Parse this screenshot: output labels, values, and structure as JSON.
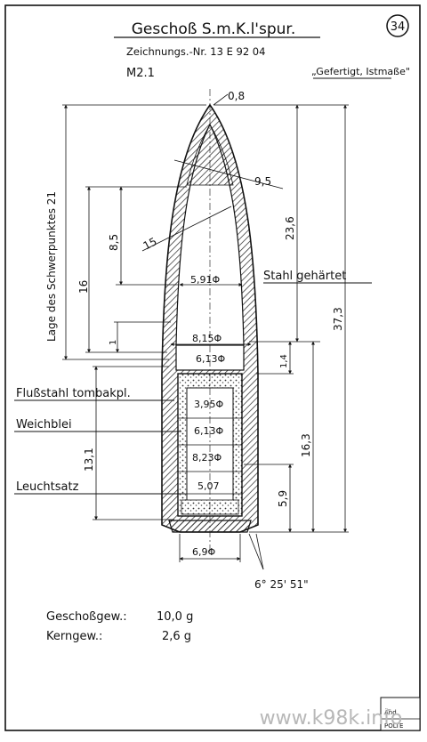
{
  "header": {
    "title": "Geschoß S.m.K.l'spur.",
    "sheet_number": "34",
    "drawing_no": "Zeichnungs.-Nr. 13 E 92 04",
    "model": "M2.1",
    "note": "„Gefertigt, Istmaße\""
  },
  "labels": {
    "center_of_gravity": "Lage des Schwerpunktes 21",
    "steel_hardened": "Stahl gehärtet",
    "jacket": "Flußstahl tombakpl.",
    "soft_lead": "Weichblei",
    "tracer": "Leuchtsatz"
  },
  "dimensions": {
    "tip": "0,8",
    "ogive_radius": "9,5",
    "inner_radius": "15",
    "d_591": "5,91Φ",
    "d_815": "8,15Φ",
    "d_613a": "6,13Φ",
    "d_395": "3,95Φ",
    "d_613b": "6,13Φ",
    "d_823": "8,23Φ",
    "d_507": "5,07",
    "d_69": "6,9Φ",
    "angle": "6° 25' 51\"",
    "len_85": "8,5",
    "len_16": "16",
    "len_1": "1",
    "len_131": "13,1",
    "len_236": "23,6",
    "len_373": "37,3",
    "len_14": "1,4",
    "len_163": "16,3",
    "len_59": "5,9"
  },
  "weights": {
    "projectile_label": "Geschoßgew.:",
    "projectile_value": "10,0 g",
    "core_label": "Kerngew.:",
    "core_value": "2,6 g"
  },
  "footer": {
    "box_line1": "Änd.",
    "box_line2": "POLTE",
    "watermark": "www.k98k.info"
  }
}
